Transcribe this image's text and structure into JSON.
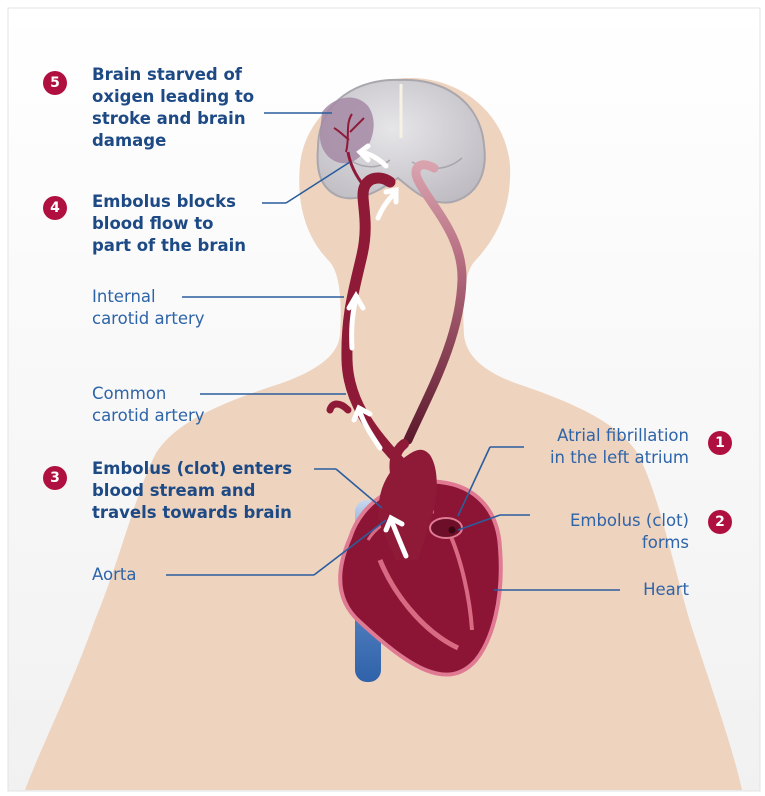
{
  "labels": {
    "step5": {
      "number": "5",
      "lines": [
        "Brain starved of",
        "oxigen leading to",
        "stroke and brain",
        "damage"
      ]
    },
    "step4": {
      "number": "4",
      "lines": [
        "Embolus blocks",
        "blood flow to",
        "part of the brain"
      ]
    },
    "internal_carotid": {
      "lines": [
        "Internal",
        "carotid artery"
      ]
    },
    "common_carotid": {
      "lines": [
        "Common",
        "carotid artery"
      ]
    },
    "step3": {
      "number": "3",
      "lines": [
        "Embolus (clot) enters",
        "blood stream and",
        "travels towards brain"
      ]
    },
    "aorta": {
      "lines": [
        "Aorta"
      ]
    },
    "step1": {
      "number": "1",
      "lines": [
        "Atrial fibrillation",
        "in the left atrium"
      ]
    },
    "step2": {
      "number": "2",
      "lines": [
        "Embolus (clot)",
        "forms"
      ]
    },
    "heart": {
      "lines": [
        "Heart"
      ]
    }
  },
  "colors": {
    "background": "#f4f4f4",
    "body_silhouette": "#eed3bf",
    "brain": "#d2d0d4",
    "artery": "#8e1a38",
    "heart_muscle": "#8c1535",
    "heart_outline": "#e07a92",
    "vein": "#3c6fb0",
    "leader_line": "#2a5d9e",
    "number_badge": "#b0103f",
    "label_text": "#1f4f8e"
  }
}
